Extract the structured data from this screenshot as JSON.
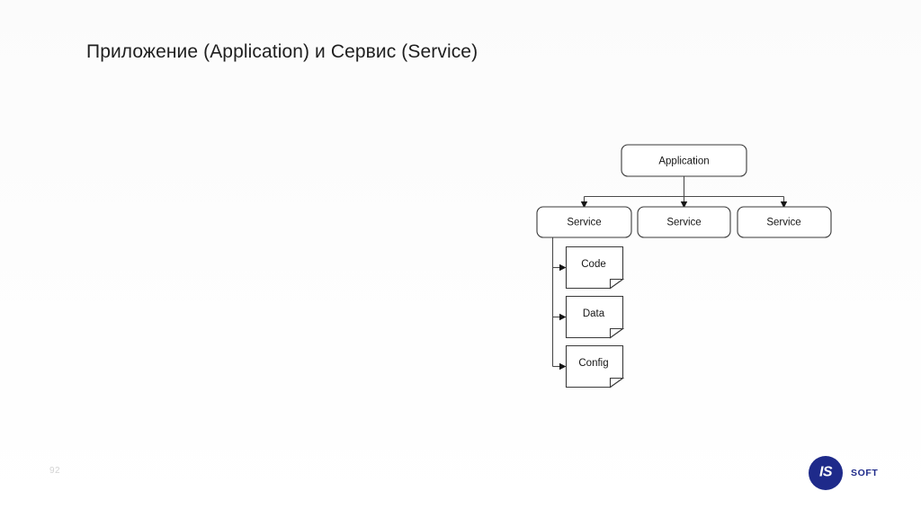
{
  "slide": {
    "title": "Приложение (Application) и Сервис (Service)",
    "page_number": "92",
    "background_color": "#fdfdfd"
  },
  "diagram": {
    "type": "tree",
    "root": {
      "label": "Application",
      "shape": "rounded-rect"
    },
    "services": [
      {
        "label": "Service",
        "shape": "rounded-rect"
      },
      {
        "label": "Service",
        "shape": "rounded-rect"
      },
      {
        "label": "Service",
        "shape": "rounded-rect"
      }
    ],
    "service_children": [
      {
        "label": "Code",
        "shape": "document"
      },
      {
        "label": "Data",
        "shape": "document"
      },
      {
        "label": "Config",
        "shape": "document"
      }
    ],
    "node_stroke_color": "#3a3a3a",
    "node_fill_color": "#ffffff",
    "connector_color": "#4a4a4a",
    "label_color": "#161616"
  },
  "footer": {
    "logo_mark_text": "IS",
    "logo_word": "SOFT",
    "logo_color": "#1e2a8a",
    "page_number": "92"
  }
}
